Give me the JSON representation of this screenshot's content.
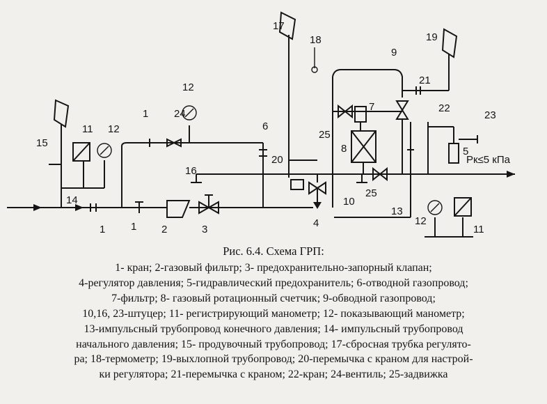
{
  "diagram_labels": {
    "n1a": "1",
    "n1b": "1",
    "n1c": "1",
    "n2": "2",
    "n3": "3",
    "n4": "4",
    "n5": "5",
    "n6": "6",
    "n7": "7",
    "n8": "8",
    "n9": "9",
    "n10": "10",
    "n11a": "11",
    "n11b": "11",
    "n12a": "12",
    "n12b": "12",
    "n12c": "12",
    "n13": "13",
    "n14": "14",
    "n15": "15",
    "n16": "16",
    "n17": "17",
    "n18": "18",
    "n19": "19",
    "n20": "20",
    "n21": "21",
    "n22": "22",
    "n23": "23",
    "n24": "24",
    "n25a": "25",
    "n25b": "25",
    "pressure": "Pк≤5 кПа"
  },
  "caption": "Рис. 6.4. Схема ГРП:",
  "legend_lines": [
    "1-   кран; 2-газовый фильтр; 3- предохранительно-запорный клапан;",
    "4-регулятор давления; 5-гидравлический предохранитель; 6-отводной газопровод;",
    "7-фильтр; 8- газовый ротационный счетчик; 9-обводной газопровод;",
    "10,16, 23-штуцер; 11- регистрирующий манометр; 12- показывающий манометр;",
    "13-импульсный трубопровод конечного давления; 14- импульсный трубопровод",
    "начального давления; 15- продувочный трубопровод; 17-сбросная трубка регулято-",
    "ра; 18-термометр; 19-выхлопной трубопровод; 20-перемычка с краном для настрой-",
    "ки регулятора; 21-перемычка с краном; 22-кран;  24-вентиль; 25-задвижка"
  ]
}
